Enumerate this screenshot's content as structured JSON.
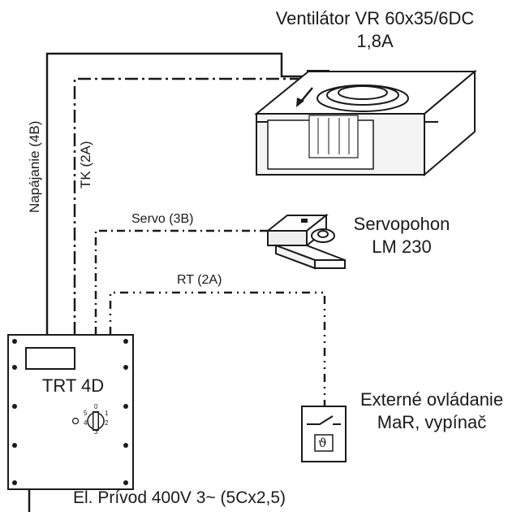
{
  "fan": {
    "title": "Ventilátor VR 60x35/6DC",
    "current": "1,8A"
  },
  "servo": {
    "name": "Servopohon",
    "model": "LM 230"
  },
  "external": {
    "line1": "Externé ovládanie",
    "line2": "MaR, vypínač"
  },
  "controller": {
    "label": "TRT 4D",
    "dial": [
      "0",
      "1",
      "2",
      "3",
      "4",
      "5"
    ]
  },
  "cables": {
    "power": "Napájanie (4B)",
    "tk": "TK (2A)",
    "servo": "Servo (3B)",
    "rt": "RT (2A)"
  },
  "supply": "El. Prívod 400V 3~ (5Cx2,5)",
  "thermostat_symbol": "ϑ"
}
